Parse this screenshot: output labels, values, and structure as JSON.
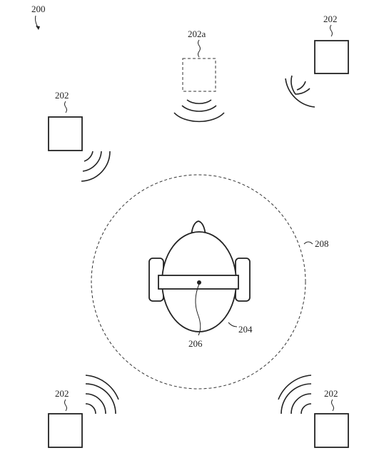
{
  "figure": {
    "figure_label": "200",
    "listener_label": "204",
    "device_label": "206",
    "zone_label": "208"
  },
  "speakers": [
    {
      "id": "top-right",
      "label": "202",
      "style": "solid"
    },
    {
      "id": "top-center",
      "label": "202a",
      "style": "dashed"
    },
    {
      "id": "left",
      "label": "202",
      "style": "solid"
    },
    {
      "id": "bottom-left",
      "label": "202",
      "style": "solid"
    },
    {
      "id": "bottom-right",
      "label": "202",
      "style": "solid"
    }
  ],
  "colors": {
    "ink": "#222222",
    "background": "#ffffff"
  }
}
